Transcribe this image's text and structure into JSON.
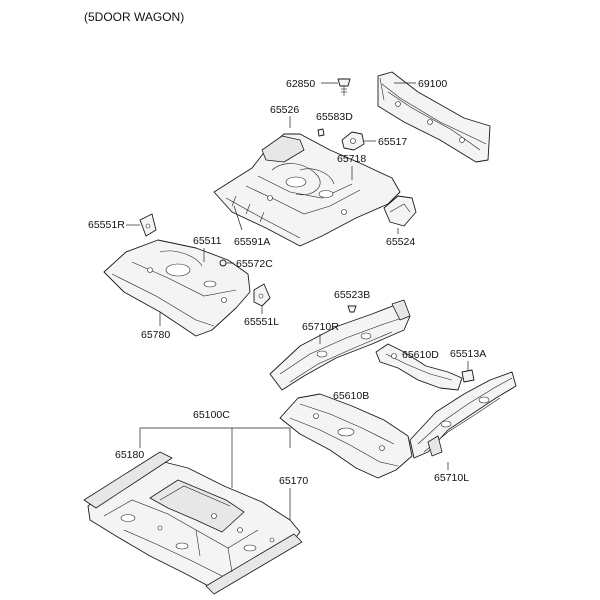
{
  "header": {
    "title": "(5DOOR WAGON)"
  },
  "parts": [
    {
      "number": "62850"
    },
    {
      "number": "69100"
    },
    {
      "number": "65526"
    },
    {
      "number": "65583D"
    },
    {
      "number": "65517"
    },
    {
      "number": "65718"
    },
    {
      "number": "65551R"
    },
    {
      "number": "65511"
    },
    {
      "number": "65591A"
    },
    {
      "number": "65524"
    },
    {
      "number": "65572C"
    },
    {
      "number": "65551L"
    },
    {
      "number": "65780"
    },
    {
      "number": "65523B"
    },
    {
      "number": "65710R"
    },
    {
      "number": "65610D"
    },
    {
      "number": "65513A"
    },
    {
      "number": "65100C"
    },
    {
      "number": "65610B"
    },
    {
      "number": "65180"
    },
    {
      "number": "65170"
    },
    {
      "number": "65710L"
    }
  ]
}
